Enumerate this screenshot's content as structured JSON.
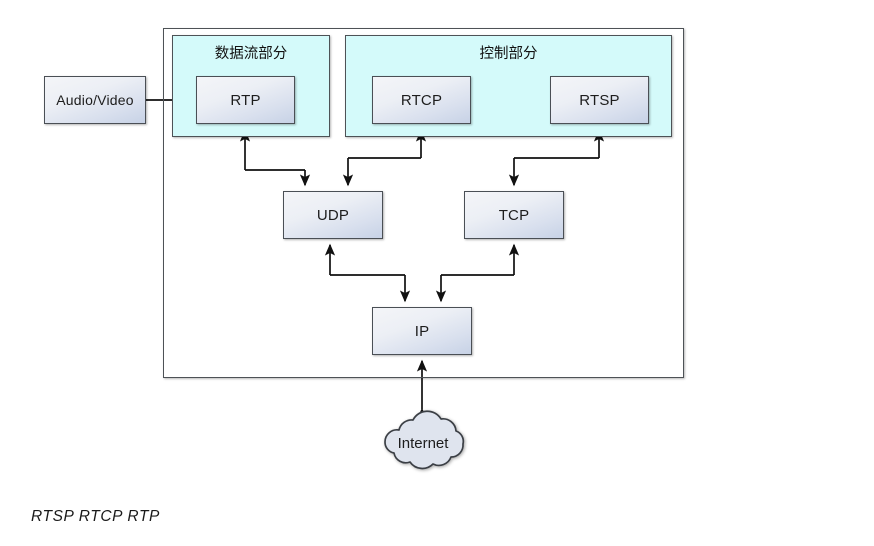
{
  "diagram": {
    "title_caption": "RTSP RTCP RTP",
    "colors": {
      "panel_fill": "#d4fafa",
      "node_fill_top": "#f4f5f8",
      "node_fill_bottom": "#c7d2e6",
      "stroke": "#4d5256",
      "cloud_fill": "#dde3ee",
      "background": "#ffffff"
    },
    "panels": [
      {
        "id": "data-flow",
        "label": "数据流部分"
      },
      {
        "id": "control",
        "label": "控制部分"
      }
    ],
    "nodes": [
      {
        "id": "audio-video",
        "label": "Audio/Video"
      },
      {
        "id": "rtp",
        "label": "RTP"
      },
      {
        "id": "rtcp",
        "label": "RTCP"
      },
      {
        "id": "rtsp",
        "label": "RTSP"
      },
      {
        "id": "udp",
        "label": "UDP"
      },
      {
        "id": "tcp",
        "label": "TCP"
      },
      {
        "id": "ip",
        "label": "IP"
      },
      {
        "id": "internet",
        "label": "Internet"
      }
    ],
    "edges": [
      {
        "from": "audio-video",
        "to": "rtp",
        "arrow": "single"
      },
      {
        "from": "rtp",
        "to": "udp",
        "arrow": "double"
      },
      {
        "from": "rtcp",
        "to": "udp",
        "arrow": "double"
      },
      {
        "from": "rtsp",
        "to": "tcp",
        "arrow": "double"
      },
      {
        "from": "udp",
        "to": "ip",
        "arrow": "double"
      },
      {
        "from": "tcp",
        "to": "ip",
        "arrow": "double"
      },
      {
        "from": "ip",
        "to": "internet",
        "arrow": "double"
      }
    ]
  }
}
